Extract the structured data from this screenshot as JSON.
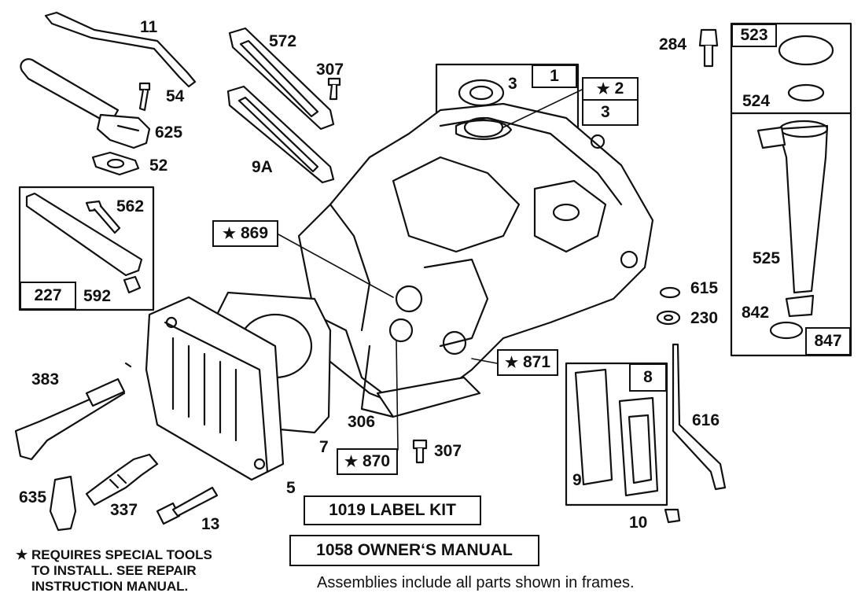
{
  "figure": {
    "star_symbol": "★",
    "callouts": [
      {
        "id": "c-11",
        "text": "11"
      },
      {
        "id": "c-54",
        "text": "54"
      },
      {
        "id": "c-625",
        "text": "625"
      },
      {
        "id": "c-52",
        "text": "52"
      },
      {
        "id": "c-572",
        "text": "572"
      },
      {
        "id": "c-307a",
        "text": "307"
      },
      {
        "id": "c-9a",
        "text": "9A"
      },
      {
        "id": "c-3a",
        "text": "3"
      },
      {
        "id": "c-284",
        "text": "284"
      },
      {
        "id": "c-524",
        "text": "524"
      },
      {
        "id": "c-562",
        "text": "562"
      },
      {
        "id": "c-592",
        "text": "592"
      },
      {
        "id": "c-525",
        "text": "525"
      },
      {
        "id": "c-615",
        "text": "615"
      },
      {
        "id": "c-230",
        "text": "230"
      },
      {
        "id": "c-842",
        "text": "842"
      },
      {
        "id": "c-383",
        "text": "383"
      },
      {
        "id": "c-306",
        "text": "306"
      },
      {
        "id": "c-7",
        "text": "7"
      },
      {
        "id": "c-307b",
        "text": "307"
      },
      {
        "id": "c-616",
        "text": "616"
      },
      {
        "id": "c-9",
        "text": "9"
      },
      {
        "id": "c-635",
        "text": "635"
      },
      {
        "id": "c-337",
        "text": "337"
      },
      {
        "id": "c-13",
        "text": "13"
      },
      {
        "id": "c-5",
        "text": "5"
      },
      {
        "id": "c-10",
        "text": "10"
      }
    ],
    "frame_labels": {
      "f1": "1",
      "f2": "2",
      "f3": "3",
      "f869": "869",
      "f871": "871",
      "f870": "870",
      "f227": "227",
      "f523": "523",
      "f847": "847",
      "f8": "8"
    },
    "kits": {
      "label_kit": "1019 LABEL KIT",
      "owners_manual": "1058 OWNER‘S MANUAL"
    },
    "note": {
      "star": "★",
      "lines": [
        "REQUIRES SPECIAL TOOLS",
        "TO INSTALL.  SEE REPAIR",
        "INSTRUCTION MANUAL."
      ]
    },
    "footnote": "Assemblies include all parts shown in frames."
  }
}
